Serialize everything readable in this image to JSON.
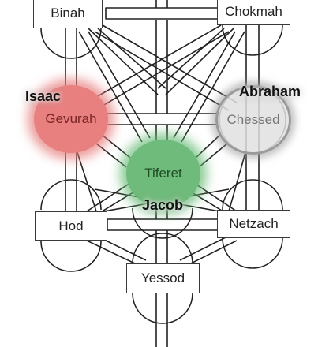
{
  "nodes": {
    "binah": "Binah",
    "chokmah": "Chokmah",
    "gevurah": "Gevurah",
    "chessed": "Chessed",
    "tiferet": "Tiferet",
    "hod": "Hod",
    "netzach": "Netzach",
    "yessod": "Yessod"
  },
  "annotations": {
    "isaac": "Isaac",
    "abraham": "Abraham",
    "jacob": "Jacob"
  },
  "colors": {
    "gevurah_fill": "#e88080",
    "tiferet_fill": "#6fbb7b",
    "chessed_fill": "#e1e1e1",
    "line": "#222222"
  }
}
